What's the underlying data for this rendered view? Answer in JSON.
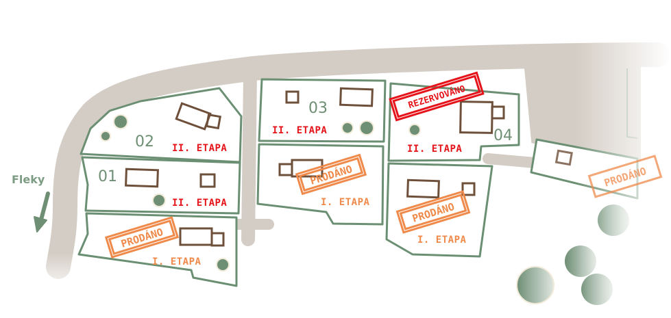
{
  "colors": {
    "plot_border": "#6b8f72",
    "road": "#d4cdc5",
    "building": "#6e4f3a",
    "tree": "#6f8f75",
    "stage_available": "#e5141b",
    "stage_sold": "#ef8a4a",
    "reserved_stamp": "#e5141b",
    "sold_stamp": "#ef8a4a"
  },
  "direction_label": "Fleky",
  "direction_icon": "arrow-down-left-icon",
  "plots": [
    {
      "number": "02",
      "stage": "II. ETAPA",
      "status": ""
    },
    {
      "number": "01",
      "stage": "II. ETAPA",
      "status": ""
    },
    {
      "number": "",
      "stage": "I. ETAPA",
      "status": "PRODÁNO"
    },
    {
      "number": "03",
      "stage": "II. ETAPA",
      "status": ""
    },
    {
      "number": "",
      "stage": "I. ETAPA",
      "status": "PRODÁNO"
    },
    {
      "number": "04",
      "stage": "II. ETAPA",
      "status": "REZERVOVÁNO"
    },
    {
      "number": "",
      "stage": "I. ETAPA",
      "status": "PRODÁNO"
    },
    {
      "number": "",
      "stage": "",
      "status": "PRODÁNO"
    }
  ]
}
